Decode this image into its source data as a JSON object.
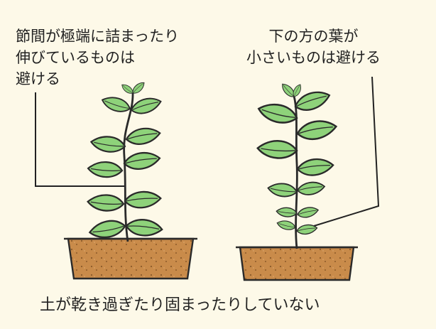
{
  "labels": {
    "left_note": "節間が極端に詰まったり\n伸びているものは\n避ける",
    "right_note": "下の方の葉が\n小さいものは避ける",
    "bottom_note": "土が乾き過ぎたり固まったりしていない"
  },
  "colors": {
    "background": "#fdf9e8",
    "leaf": "#8ed27a",
    "leaf_outline": "#2a2a2a",
    "soil": "#c98b4a",
    "soil_dark": "#8a5a2a"
  }
}
